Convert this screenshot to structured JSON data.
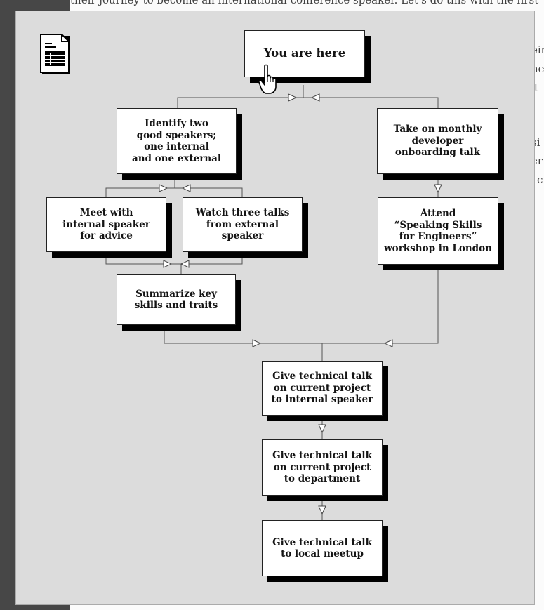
{
  "background_text": {
    "top_line": "their journey to become an international conference speaker. Let's do this with the first",
    "right_fragments": [
      "eir",
      "ne",
      "'t",
      "si",
      "er",
      "c"
    ]
  },
  "flowchart": {
    "start": "You are here",
    "identify": "Identify two\ngood speakers;\none internal\nand one external",
    "monthly": "Take on monthly\ndeveloper\nonboarding talk",
    "meet": "Meet with\ninternal speaker\nfor advice",
    "watch": "Watch three talks\nfrom external\nspeaker",
    "attend": "Attend\n“Speaking Skills\nfor Engineers”\nworkshop in London",
    "summarize": "Summarize key\nskills and traits",
    "talk_internal": "Give technical talk\non current project\nto internal speaker",
    "talk_department": "Give technical talk\non current project\nto department",
    "talk_meetup": "Give technical talk\nto local meetup"
  },
  "icons": {
    "document": "document-table-icon",
    "cursor": "hand-pointer-icon"
  },
  "colors": {
    "panel_background": "#dcdcdc",
    "box_fill": "#ffffff",
    "box_shadow": "#000000",
    "connector": "#555555",
    "outer_background": "#474747"
  }
}
